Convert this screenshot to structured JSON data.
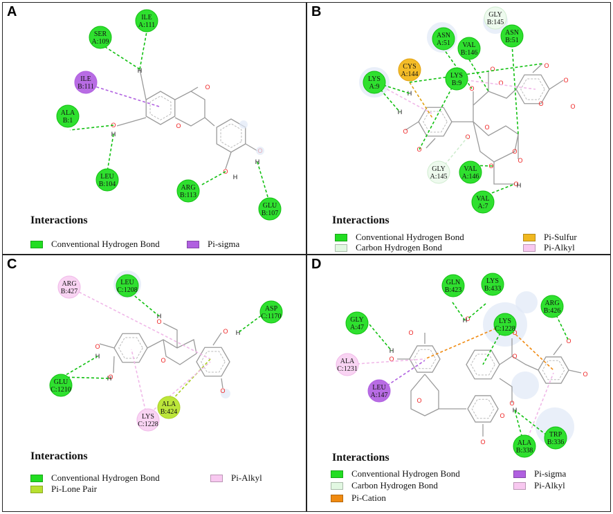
{
  "panels": [
    {
      "id": "A",
      "label": "A",
      "legend_title": "Interactions",
      "legend": [
        {
          "text": "Conventional Hydrogen Bond",
          "color": "#22dd22"
        },
        {
          "text": "Pi-sigma",
          "color": "#b060e0"
        }
      ],
      "residues": [
        {
          "name": "ILE",
          "id": "A:111",
          "kind": "hbond"
        },
        {
          "name": "SER",
          "id": "A:109",
          "kind": "hbond"
        },
        {
          "name": "ILE",
          "id": "B:111",
          "kind": "pisigma"
        },
        {
          "name": "ALA",
          "id": "B:1",
          "kind": "hbond"
        },
        {
          "name": "LEU",
          "id": "B:104",
          "kind": "hbond"
        },
        {
          "name": "ARG",
          "id": "B:113",
          "kind": "hbond"
        },
        {
          "name": "GLU",
          "id": "B:107",
          "kind": "hbond"
        }
      ]
    },
    {
      "id": "B",
      "label": "B",
      "legend_title": "Interactions",
      "legend": [
        {
          "text": "Conventional Hydrogen Bond",
          "color": "#22dd22"
        },
        {
          "text": "Carbon Hydrogen Bond",
          "color": "#e2f8e2"
        },
        {
          "text": "Pi-Sulfur",
          "color": "#f0b820"
        },
        {
          "text": "Pi-Alkyl",
          "color": "#f8c8f0"
        }
      ],
      "residues": [
        {
          "name": "GLY",
          "id": "B:145",
          "kind": "carbon"
        },
        {
          "name": "ASN",
          "id": "A:51",
          "kind": "hbond"
        },
        {
          "name": "VAL",
          "id": "B:146",
          "kind": "hbond"
        },
        {
          "name": "ASN",
          "id": "B:51",
          "kind": "hbond"
        },
        {
          "name": "CYS",
          "id": "A:144",
          "kind": "sulfur"
        },
        {
          "name": "LYS",
          "id": "A:9",
          "kind": "hbond"
        },
        {
          "name": "LYS",
          "id": "B:9",
          "kind": "hbond"
        },
        {
          "name": "GLY",
          "id": "A:145",
          "kind": "carbon"
        },
        {
          "name": "VAL",
          "id": "A:146",
          "kind": "hbond"
        },
        {
          "name": "VAL",
          "id": "A:7",
          "kind": "hbond"
        }
      ]
    },
    {
      "id": "C",
      "label": "C",
      "legend_title": "Interactions",
      "legend": [
        {
          "text": "Conventional Hydrogen Bond",
          "color": "#22dd22"
        },
        {
          "text": "Pi-Lone Pair",
          "color": "#b8e030"
        },
        {
          "text": "Pi-Alkyl",
          "color": "#f8c8f0"
        }
      ],
      "residues": [
        {
          "name": "ARG",
          "id": "B:427",
          "kind": "alkyl"
        },
        {
          "name": "LEU",
          "id": "C:1208",
          "kind": "hbond"
        },
        {
          "name": "ASP",
          "id": "C:1170",
          "kind": "hbond"
        },
        {
          "name": "GLU",
          "id": "C:1210",
          "kind": "hbond"
        },
        {
          "name": "ALA",
          "id": "B:424",
          "kind": "lonepair"
        },
        {
          "name": "LYS",
          "id": "C:1228",
          "kind": "alkyl"
        }
      ]
    },
    {
      "id": "D",
      "label": "D",
      "legend_title": "Interactions",
      "legend": [
        {
          "text": "Conventional Hydrogen Bond",
          "color": "#22dd22"
        },
        {
          "text": "Carbon Hydrogen Bond",
          "color": "#e2f8e2"
        },
        {
          "text": "Pi-Cation",
          "color": "#f08a10"
        },
        {
          "text": "Pi-sigma",
          "color": "#b060e0"
        },
        {
          "text": "Pi-Alkyl",
          "color": "#f8c8f0"
        }
      ],
      "residues": [
        {
          "name": "GLN",
          "id": "B:423",
          "kind": "hbond"
        },
        {
          "name": "LYS",
          "id": "B:433",
          "kind": "hbond"
        },
        {
          "name": "LYS",
          "id": "C:1228",
          "kind": "hbond"
        },
        {
          "name": "ARG",
          "id": "B:426",
          "kind": "hbond"
        },
        {
          "name": "GLY",
          "id": "A:47",
          "kind": "hbond"
        },
        {
          "name": "ALA",
          "id": "C:1231",
          "kind": "alkyl"
        },
        {
          "name": "LEU",
          "id": "A:147",
          "kind": "pisigma"
        },
        {
          "name": "TRP",
          "id": "B:336",
          "kind": "hbond"
        },
        {
          "name": "ALA",
          "id": "B:338",
          "kind": "hbond"
        }
      ]
    }
  ],
  "atom_labels": {
    "oxygen": "O",
    "hydrogen": "H"
  },
  "colors": {
    "hbond": "#22dd22",
    "carbon": "#e2f8e2",
    "pisigma": "#b060e0",
    "sulfur": "#f0b820",
    "alkyl": "#f8c8f0",
    "lonepair": "#b8e030",
    "cation": "#f08a10",
    "bond_line": "#9a9a9a",
    "oxygen": "#ee2222"
  }
}
